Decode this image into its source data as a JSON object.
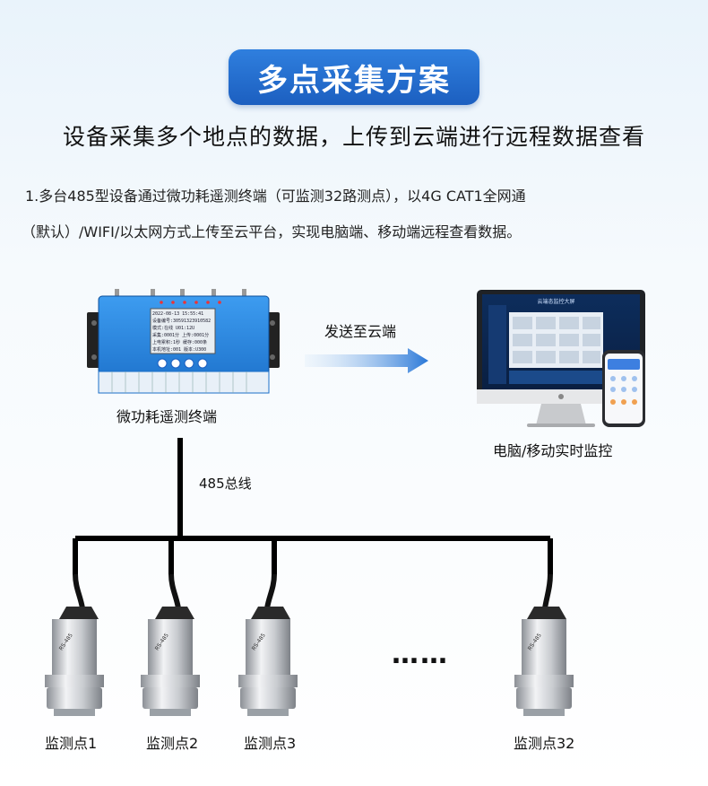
{
  "header": {
    "title": "多点采集方案",
    "subtitle": "设备采集多个地点的数据，上传到云端进行远程数据查看"
  },
  "description": {
    "line1": "1.多台485型设备通过微功耗遥测终端（可监测32路测点），以4G CAT1全网通",
    "line2": "（默认）/WIFI/以太网方式上传至云平台，实现电脑端、移动端远程查看数据。"
  },
  "terminal": {
    "label": "微功耗遥测终端",
    "screen_lines": [
      "2022-08-13 15:55:41",
      "设备编号:30591323910582",
      "模式:在线   U01:12U",
      "采集:0001分 上传:0001分",
      "上电累积:1秒 缓存:000条",
      "本机地址:001 版本:U300"
    ]
  },
  "cloud": {
    "arrow_label": "发送至云端"
  },
  "monitor": {
    "label": "电脑/移动实时监控",
    "screen_title": "云端态监控大屏"
  },
  "bus": {
    "label": "485总线"
  },
  "sensors": {
    "items": [
      "监测点1",
      "监测点2",
      "监测点3",
      "监测点32"
    ],
    "ellipsis": "……",
    "sensor_text": "RS-485"
  },
  "colors": {
    "accent": "#1c5fc0",
    "device_blue": "#2a8ae0",
    "bus_line": "#000000"
  }
}
